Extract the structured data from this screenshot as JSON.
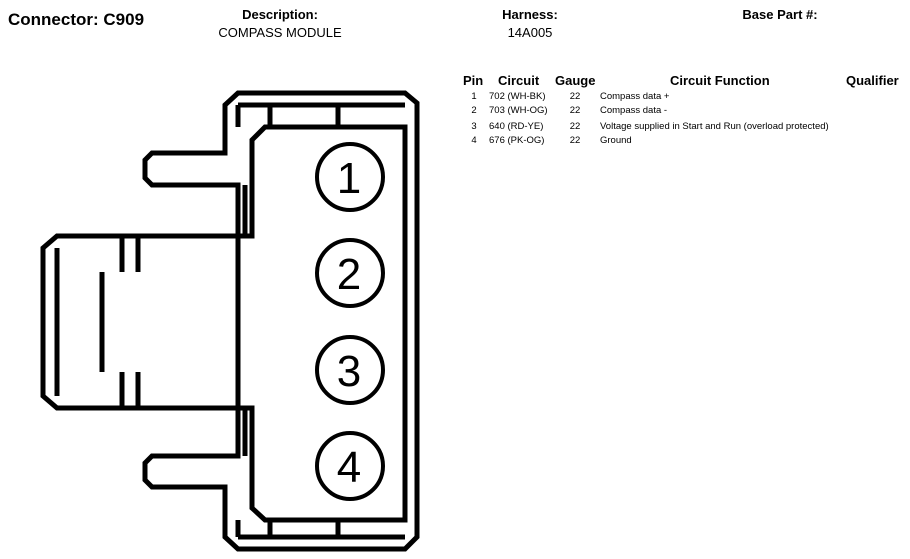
{
  "connector": {
    "title": "Connector: C909"
  },
  "header": {
    "description_label": "Description:",
    "description_value": "COMPASS MODULE",
    "harness_label": "Harness:",
    "harness_value": "14A005",
    "base_part_label": "Base Part #:"
  },
  "table": {
    "columns": {
      "pin": "Pin",
      "circuit": "Circuit",
      "gauge": "Gauge",
      "function": "Circuit Function",
      "qualifier": "Qualifier"
    },
    "rows": [
      {
        "pin": "1",
        "circuit": "702 (WH-BK)",
        "gauge": "22",
        "function": "Compass data +"
      },
      {
        "pin": "2",
        "circuit": "703 (WH-OG)",
        "gauge": "22",
        "function": "Compass data -"
      },
      {
        "pin": "3",
        "circuit": "640 (RD-YE)",
        "gauge": "22",
        "function": "Voltage supplied in Start and Run (overload protected)"
      },
      {
        "pin": "4",
        "circuit": "676 (PK-OG)",
        "gauge": "22",
        "function": "Ground"
      }
    ]
  },
  "diagram": {
    "pin_labels": [
      "1",
      "2",
      "3",
      "4"
    ]
  }
}
